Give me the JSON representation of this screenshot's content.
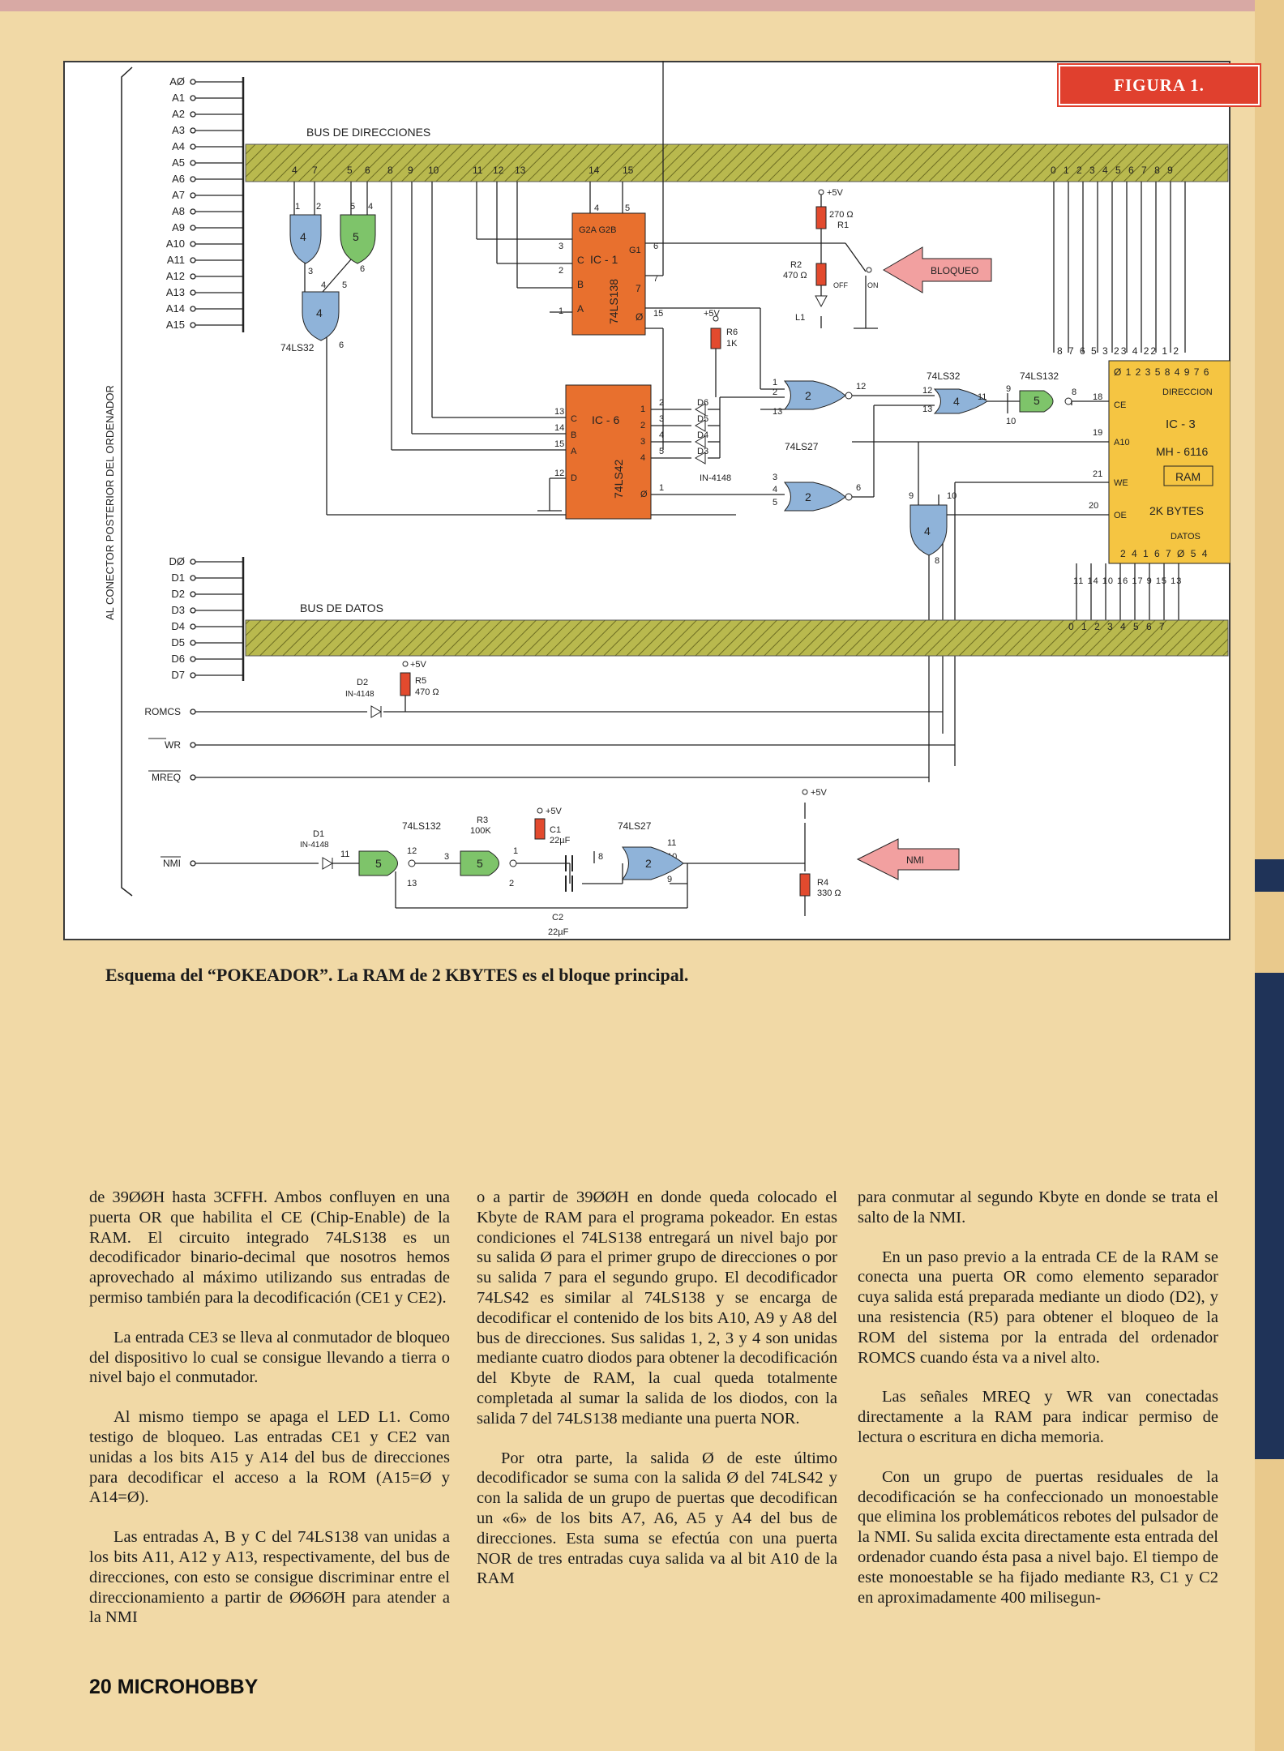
{
  "figure": {
    "label": "FIGURA 1.",
    "side_label": "AL CONECTOR POSTERIOR DEL ORDENADOR",
    "address_lines": [
      "AØ",
      "A1",
      "A2",
      "A3",
      "A4",
      "A5",
      "A6",
      "A7",
      "A8",
      "A9",
      "A10",
      "A11",
      "A12",
      "A13",
      "A14",
      "A15"
    ],
    "data_lines": [
      "DØ",
      "D1",
      "D2",
      "D3",
      "D4",
      "D5",
      "D6",
      "D7"
    ],
    "control_lines": [
      "ROMCS",
      "WR",
      "MREQ",
      "NMI"
    ],
    "bus_address_label": "BUS DE DIRECCIONES",
    "bus_data_label": "BUS DE DATOS",
    "bus_address_taps": [
      "4",
      "7",
      "5",
      "6",
      "8",
      "9",
      "10",
      "11",
      "12",
      "13",
      "14",
      "15"
    ],
    "bus_address_right_taps": "0 1 2 3 4 5 6 7 8 9",
    "bus_data_right_taps": "0 1 2 3 4 5 6 7",
    "ic1": {
      "name": "IC - 1",
      "part": "74LS138",
      "g2": "G2A  G2B",
      "g1": "G1",
      "pins_in": [
        "C",
        "B",
        "A"
      ],
      "pins_out": [
        "6",
        "7",
        "Ø"
      ]
    },
    "ic6": {
      "name": "IC - 6",
      "part": "74LS42",
      "pins_in": [
        "C",
        "B",
        "A",
        "D"
      ],
      "pins_out": [
        "1",
        "2",
        "3",
        "4",
        "Ø"
      ]
    },
    "ic3": {
      "header": "Ø 1 2 3 5 8 4 9 7 6",
      "direccion": "DIRECCION",
      "name": "IC - 3",
      "part": "MH - 6116",
      "ram": "RAM",
      "size": "2K BYTES",
      "datos": "DATOS",
      "datos_bits": "2 4 1 6 7 Ø 5 4",
      "ce": "CE",
      "a10": "A10",
      "we": "WE",
      "oe": "OE"
    },
    "ic3_top_pins": "8 7 6 5 3 23 4 22 1 2",
    "ic3_bottom_pins": "11 14 10 16 17 9 15 13",
    "gate_labels": {
      "ls32_a": "74LS32",
      "ls32_b": "74LS32",
      "ls132_a": "74LS132",
      "ls27_a": "74LS27",
      "ls132_b": "74LS132",
      "ls27_b": "74LS27"
    },
    "components": {
      "r1": "270 Ω",
      "r1_name": "R1",
      "r2": "470 Ω",
      "r2_name": "R2",
      "l1": "L1",
      "off": "OFF",
      "on": "ON",
      "r6": "R6",
      "r6_val": "1K",
      "diodes": [
        "D6",
        "D5",
        "D4",
        "D3"
      ],
      "diode_type": "IN-4148",
      "d2": "D2",
      "d2_type": "IN-4148",
      "r5": "R5",
      "r5_val": "470 Ω",
      "d1": "D1",
      "d1_type": "IN-4148",
      "r3": "R3",
      "r3_val": "100K",
      "c1": "C1",
      "c1_val": "22µF",
      "c2": "C2",
      "c2_val": "22µF",
      "r4": "R4",
      "r4_val": "330 Ω",
      "vcc": "+5V"
    },
    "bloqueo_label": "BLOQUEO",
    "nmi_label": "NMI"
  },
  "caption": "Esquema del “POKEADOR”. La RAM de 2 KBYTES es el bloque principal.",
  "columns": [
    [
      "de 39ØØH hasta 3CFFH. Ambos confluyen en una puerta OR que habilita el CE (Chip-Enable) de la RAM. El circuito integrado 74LS138 es un decodificador binario-decimal que nosotros hemos aprovechado al máximo utilizando sus entradas de permiso también para la decodificación (CE1 y CE2).",
      "La entrada CE3 se lleva al conmutador de bloqueo del dispositivo lo cual se consigue llevando a tierra o nivel bajo el conmutador.",
      "Al mismo tiempo se apaga el LED L1. Como testigo de bloqueo. Las entradas CE1 y CE2 van unidas a los bits A15 y A14 del bus de direcciones para decodificar el acceso a la ROM (A15=Ø y A14=Ø).",
      "Las entradas A, B y C del 74LS138 van unidas a los bits A11, A12 y A13, respectivamente, del bus de direcciones, con esto se consigue discriminar entre el direccionamiento a partir de ØØ6ØH para atender a la NMI"
    ],
    [
      "o a partir de 39ØØH en donde queda colocado el Kbyte de RAM para el programa pokeador. En estas condiciones el 74LS138 entregará un nivel bajo por su salida Ø para el primer grupo de direcciones o por su salida 7 para el segundo grupo. El decodificador 74LS42 es similar al 74LS138 y se encarga de decodificar el contenido de los bits A10, A9 y A8 del bus de direcciones. Sus salidas 1, 2, 3 y 4 son unidas mediante cuatro diodos para obtener la decodificación del Kbyte de RAM, la cual queda totalmente completada al sumar la salida de los diodos, con la salida 7 del 74LS138 mediante una puerta NOR.",
      "Por otra parte, la salida Ø de este último decodificador se suma con la salida Ø del 74LS42 y con la salida de un grupo de puertas que decodifican un «6» de los bits A7, A6, A5 y A4 del bus de direcciones. Esta suma se efectúa con una puerta NOR de tres entradas cuya salida va al bit A10 de la RAM"
    ],
    [
      "para conmutar al segundo Kbyte en donde se trata el salto de la NMI.",
      "En un paso previo a la entrada CE de la RAM se conecta una puerta OR como elemento separador cuya salida está preparada mediante un diodo (D2), y una resistencia (R5) para obtener el bloqueo de la ROM del sistema por la entrada del ordenador ROMCS cuando ésta va a nivel alto.",
      "Las señales MREQ y WR van conectadas directamente a la RAM para indicar permiso de lectura o escritura en dicha memoria.",
      "Con un grupo de puertas residuales de la decodificación se ha confeccionado un monoestable que elimina los problemáticos rebotes del pulsador de la NMI. Su salida excita directamente esta entrada del ordenador cuando ésta pasa a nivel bajo. El tiempo de este monoestable se ha fijado mediante R3, C1 y C2 en aproximadamente 400 milisegun-"
    ]
  ],
  "footer": "20 MICROHOBBY",
  "colors": {
    "panel": "#ffffff",
    "bus": "#b5b547",
    "chip": "#e8702e",
    "ram": "#f5c542",
    "gate_blue": "#8fb3d9",
    "gate_green": "#7ec46a",
    "arrow": "#f2a0a0",
    "label_red": "#e0402e",
    "page": "#f1d9a6"
  }
}
